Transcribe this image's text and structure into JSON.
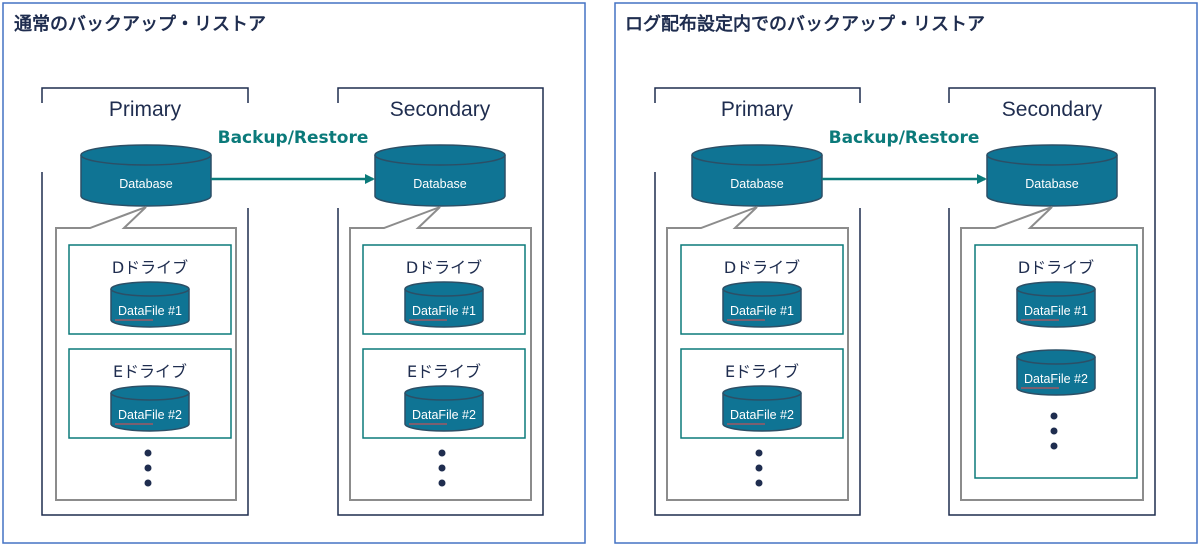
{
  "panels": [
    {
      "title": "通常のバックアップ・リストア",
      "arrow_label": "Backup/Restore",
      "primary": {
        "label": "Primary",
        "database": "Database",
        "drives": [
          {
            "label": "Dドライブ",
            "files": [
              "DataFile #1"
            ]
          },
          {
            "label": "Eドライブ",
            "files": [
              "DataFile #2"
            ]
          }
        ]
      },
      "secondary": {
        "label": "Secondary",
        "database": "Database",
        "drives": [
          {
            "label": "Dドライブ",
            "files": [
              "DataFile #1"
            ]
          },
          {
            "label": "Eドライブ",
            "files": [
              "DataFile #2"
            ]
          }
        ]
      }
    },
    {
      "title": "ログ配布設定内でのバックアップ・リストア",
      "arrow_label": "Backup/Restore",
      "primary": {
        "label": "Primary",
        "database": "Database",
        "drives": [
          {
            "label": "Dドライブ",
            "files": [
              "DataFile #1"
            ]
          },
          {
            "label": "Eドライブ",
            "files": [
              "DataFile #2"
            ]
          }
        ]
      },
      "secondary": {
        "label": "Secondary",
        "database": "Database",
        "drives": [
          {
            "label": "Dドライブ",
            "files": [
              "DataFile #1",
              "DataFile #2"
            ]
          }
        ]
      }
    }
  ],
  "colors": {
    "panel_border": "#4472c4",
    "server_border": "#1f2d4f",
    "callout_border": "#8c8c8c",
    "drive_border": "#0b7a7a",
    "cylinder_fill": "#0f7494",
    "cylinder_stroke": "#2c4f66",
    "arrow": "#0b7a7a",
    "dots": "#1f2d4f"
  }
}
